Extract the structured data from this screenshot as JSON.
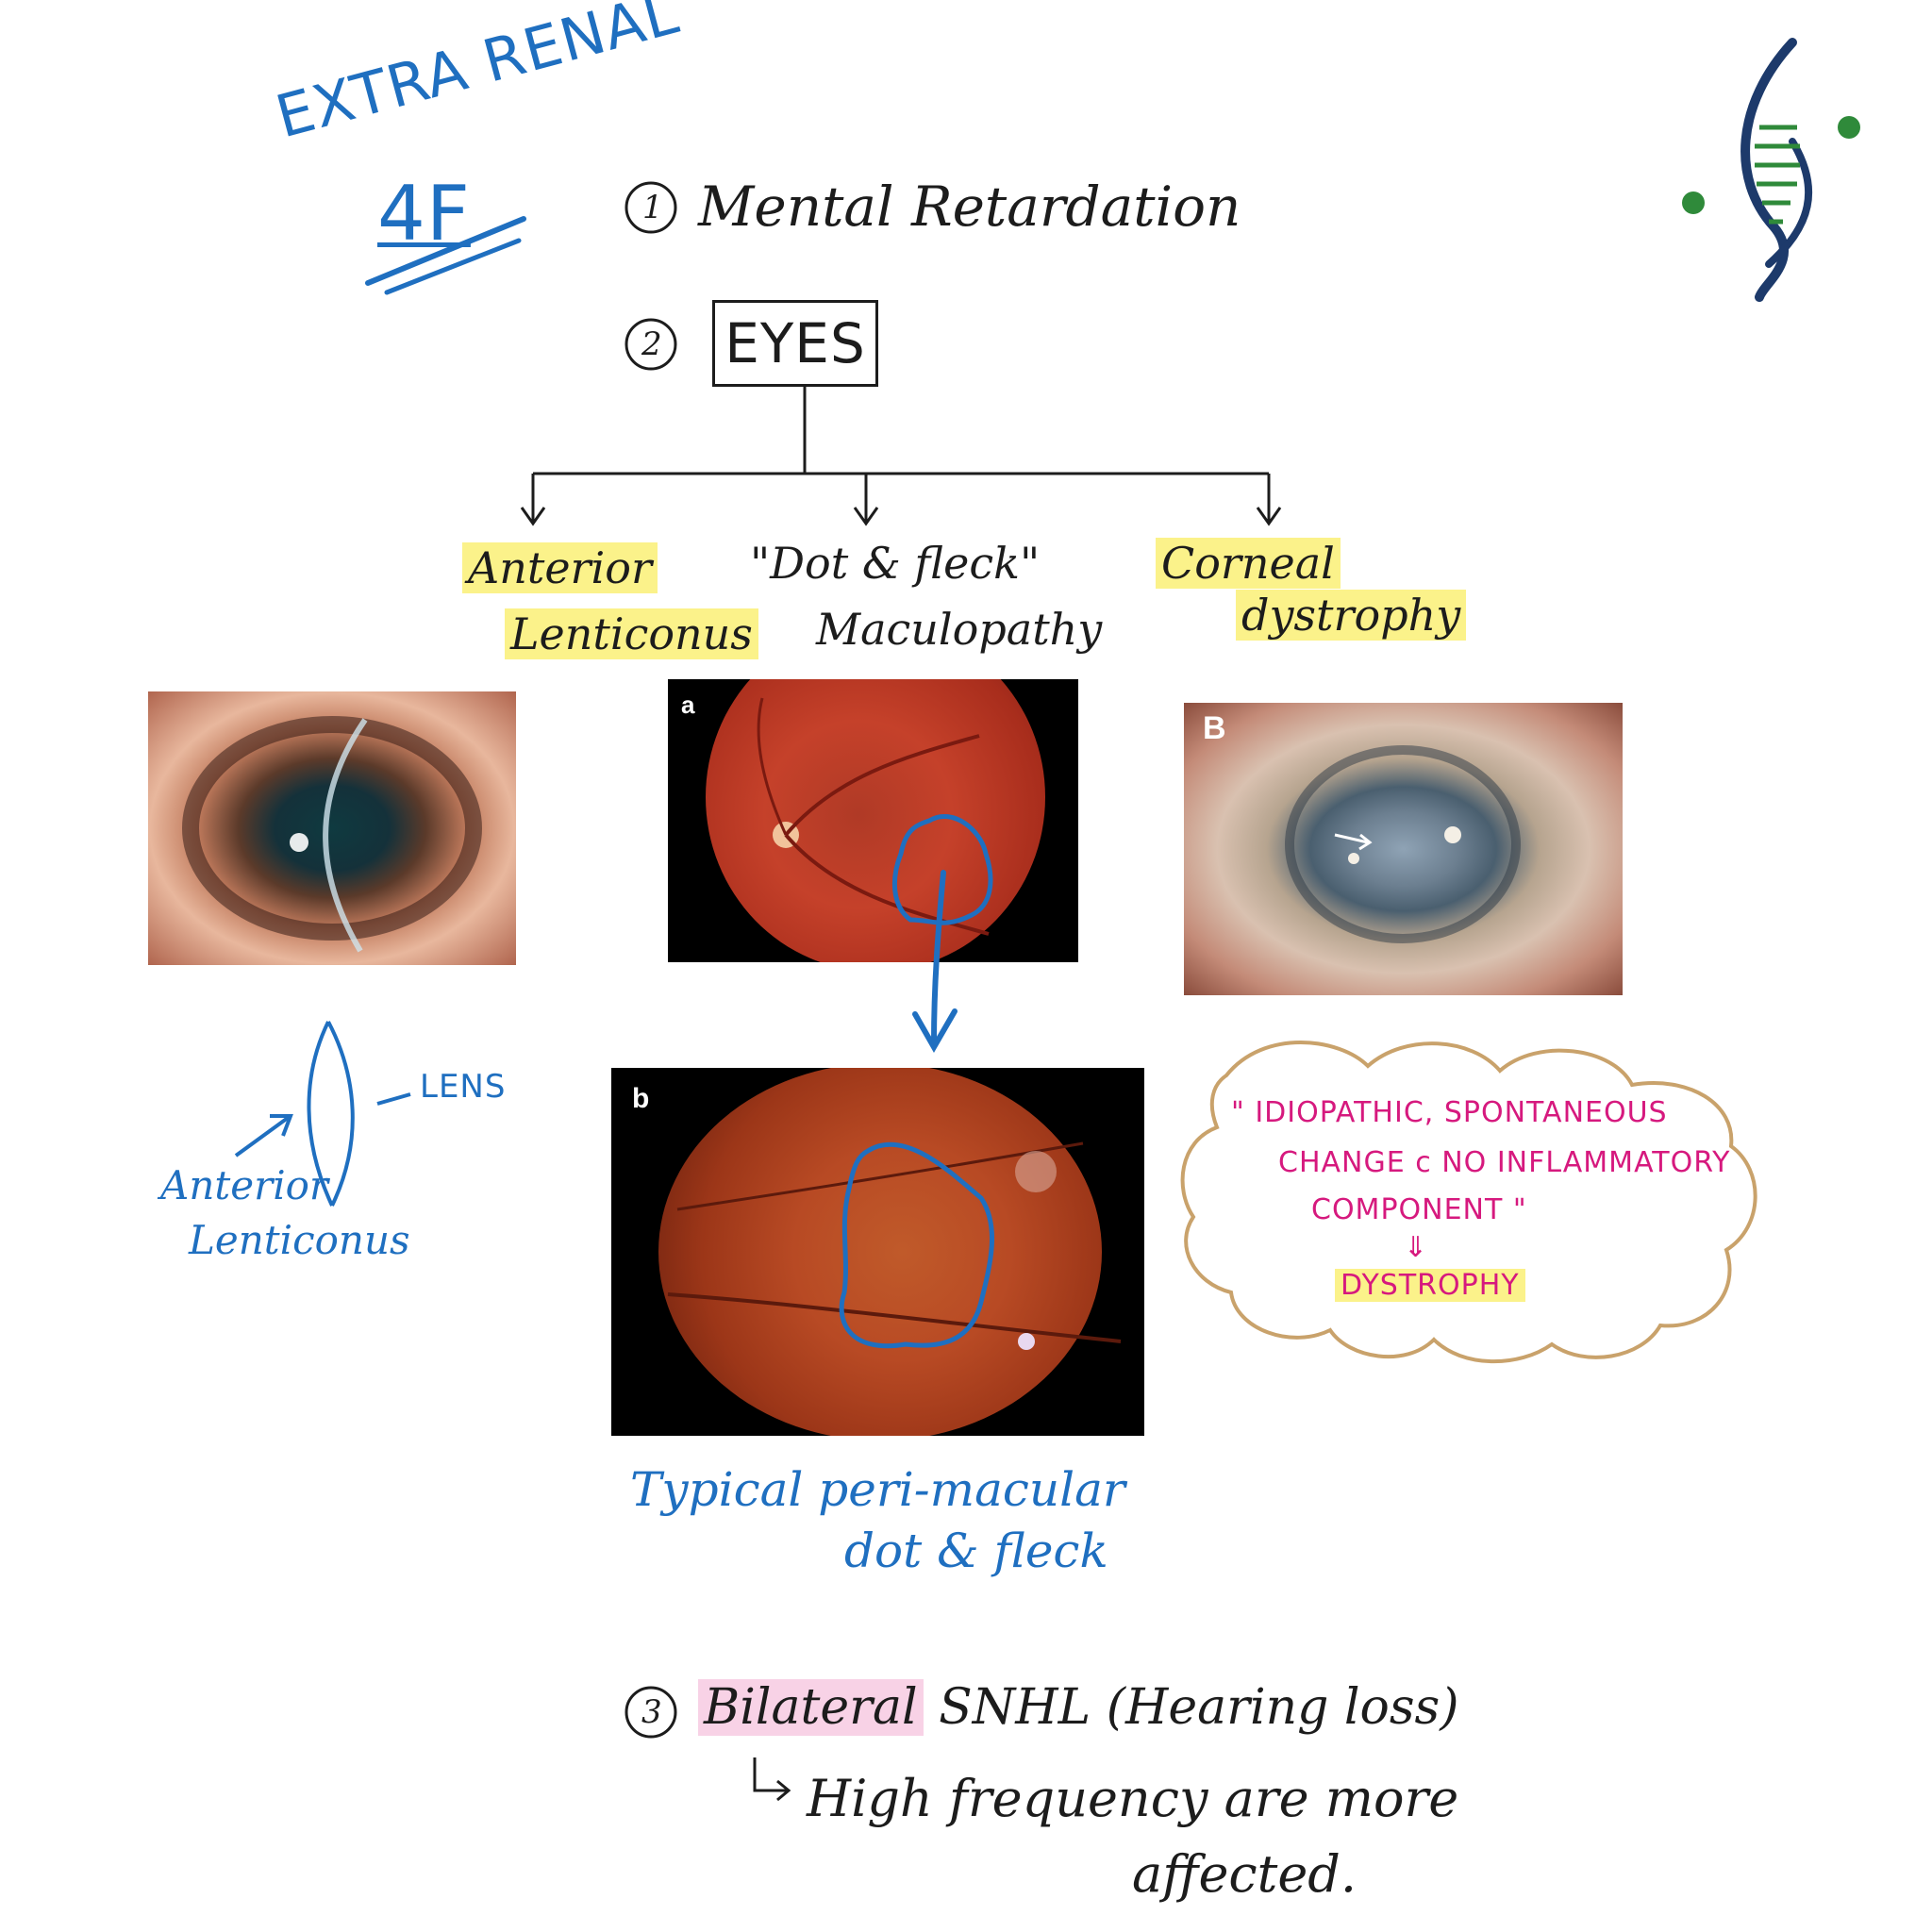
{
  "title": {
    "line1": "EXTRA RENAL",
    "line2": "4F"
  },
  "items": [
    {
      "num": "1",
      "text": "Mental Retardation"
    },
    {
      "num": "2",
      "text": "EYES"
    },
    {
      "num": "3",
      "text_hl": "Bilateral",
      "text_rest": "SNHL (Hearing loss)",
      "sub1": "High frequency are more",
      "sub2": "affected."
    }
  ],
  "branches": {
    "left": {
      "line1": "Anterior",
      "line2": "Lenticonus"
    },
    "center": {
      "line1": "\"Dot & fleck\"",
      "line2": "Maculopathy"
    },
    "right": {
      "line1": "Corneal",
      "line2": "dystrophy"
    }
  },
  "photos": {
    "label_a": "a",
    "label_b": "b",
    "label_B": "B"
  },
  "lens_diagram": {
    "lens_label": "LENS",
    "line1": "Anterior",
    "line2": "Lenticonus"
  },
  "caption": {
    "line1": "Typical peri-macular",
    "line2": "dot & fleck"
  },
  "cloud": {
    "line1": "\" IDIOPATHIC, SPONTANEOUS",
    "line2": "CHANGE c NO INFLAMMATORY",
    "line3": "COMPONENT \"",
    "arrow": "⇓",
    "result": "DYSTROPHY"
  },
  "colors": {
    "ink": "#1c1c1c",
    "blue_ink": "#1f6fc0",
    "pink_ink": "#d6197e",
    "highlight_yellow": "#fbf28a",
    "highlight_pink": "#f8d2e6",
    "cloud_border": "#c9a26b",
    "logo_navy": "#1d3a6b",
    "logo_green": "#2f8a3a"
  },
  "icons": {
    "logo": "dna-helix-icon"
  }
}
